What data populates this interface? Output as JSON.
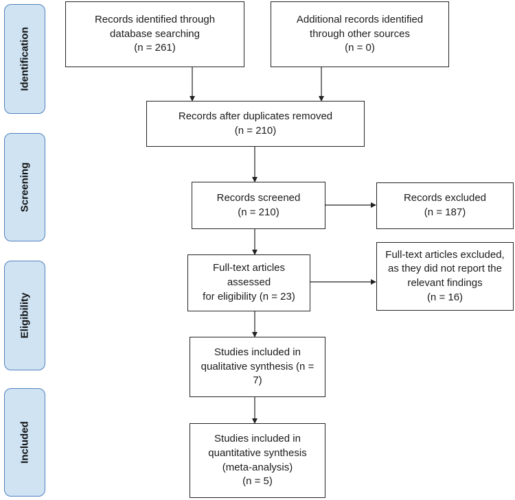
{
  "phases": [
    {
      "id": "identification",
      "label": "Identification"
    },
    {
      "id": "screening",
      "label": "Screening"
    },
    {
      "id": "eligibility",
      "label": "Eligibility"
    },
    {
      "id": "included",
      "label": "Included"
    }
  ],
  "boxes": {
    "db_search": "Records identified through\ndatabase searching\n(n = 261)",
    "other_sources": "Additional records identified\nthrough other sources\n(n = 0)",
    "after_duplicates": "Records after duplicates removed\n(n = 210)",
    "screened": "Records screened\n(n = 210)",
    "excluded": "Records excluded\n(n = 187)",
    "fulltext_assessed": "Full-text articles assessed\nfor eligibility (n = 23)",
    "fulltext_excluded": "Full-text articles excluded,\nas they did not report the\nrelevant findings\n(n = 16)",
    "qualitative": "Studies included in\nqualitative synthesis (n =\n7)",
    "quantitative": "Studies included in\nquantitative synthesis\n(meta-analysis)\n(n = 5)"
  }
}
